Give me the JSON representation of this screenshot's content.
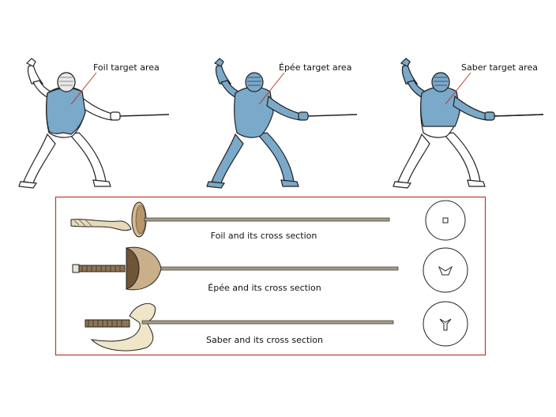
{
  "fencers": [
    {
      "label": "Foil target area"
    },
    {
      "label": "Épée target area"
    },
    {
      "label": "Saber target area"
    }
  ],
  "weapons": [
    {
      "caption": "Foil and its cross section"
    },
    {
      "caption": "Épée and its cross section"
    },
    {
      "caption": "Saber and its cross section"
    }
  ],
  "colors": {
    "target_area": "#7aa9c9",
    "frame": "#c0392b",
    "pointer_line": "#c0392b"
  }
}
